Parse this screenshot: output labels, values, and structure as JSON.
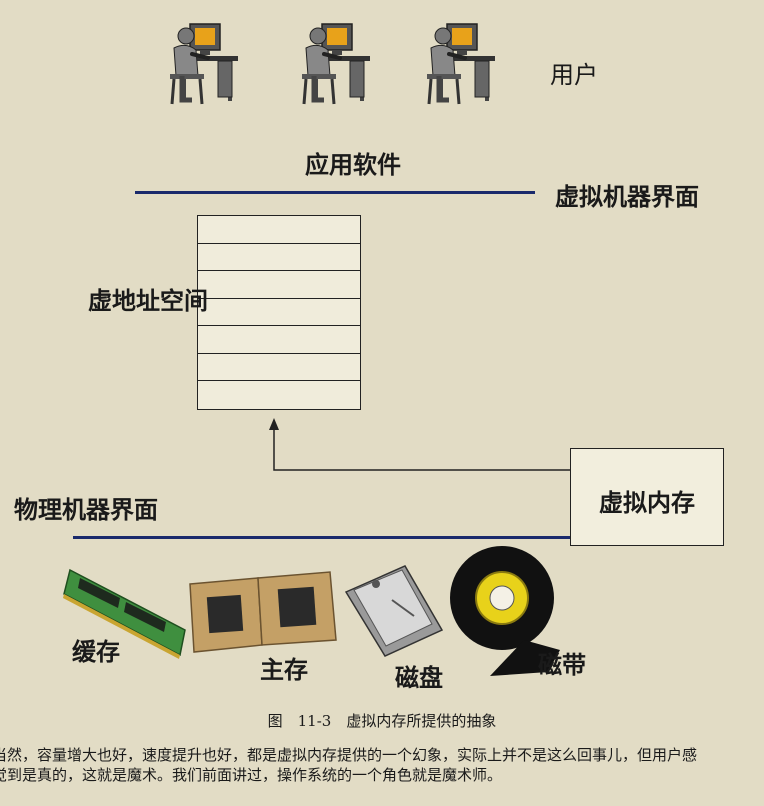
{
  "labels": {
    "users": "用户",
    "app_software": "应用软件",
    "vm_interface": "虚拟机器界面",
    "virtual_address_space": "虚地址空间",
    "physical_interface": "物理机器界面",
    "virtual_memory": "虚拟内存",
    "cache": "缓存",
    "main_memory": "主存",
    "disk": "磁盘",
    "tape": "磁带"
  },
  "caption": "图　11-3　虚拟内存所提供的抽象",
  "body_lines": [
    "当然，容量增大也好，速度提升也好，都是虚拟内存提供的一个幻象，实际上并不是这么回事儿，但用户感",
    "觉到是真的，这就是魔术。我们前面讲过，操作系统的一个角色就是魔术师。"
  ],
  "colors": {
    "background": "#e2dcc5",
    "interface_line": "#1a2a6c"
  },
  "icons": [
    "user-computer-icon",
    "user-computer-icon",
    "user-computer-icon",
    "ram-stick-icon",
    "cpu-chip-icon",
    "cpu-chip-icon",
    "hard-disk-icon",
    "tape-reel-icon"
  ]
}
